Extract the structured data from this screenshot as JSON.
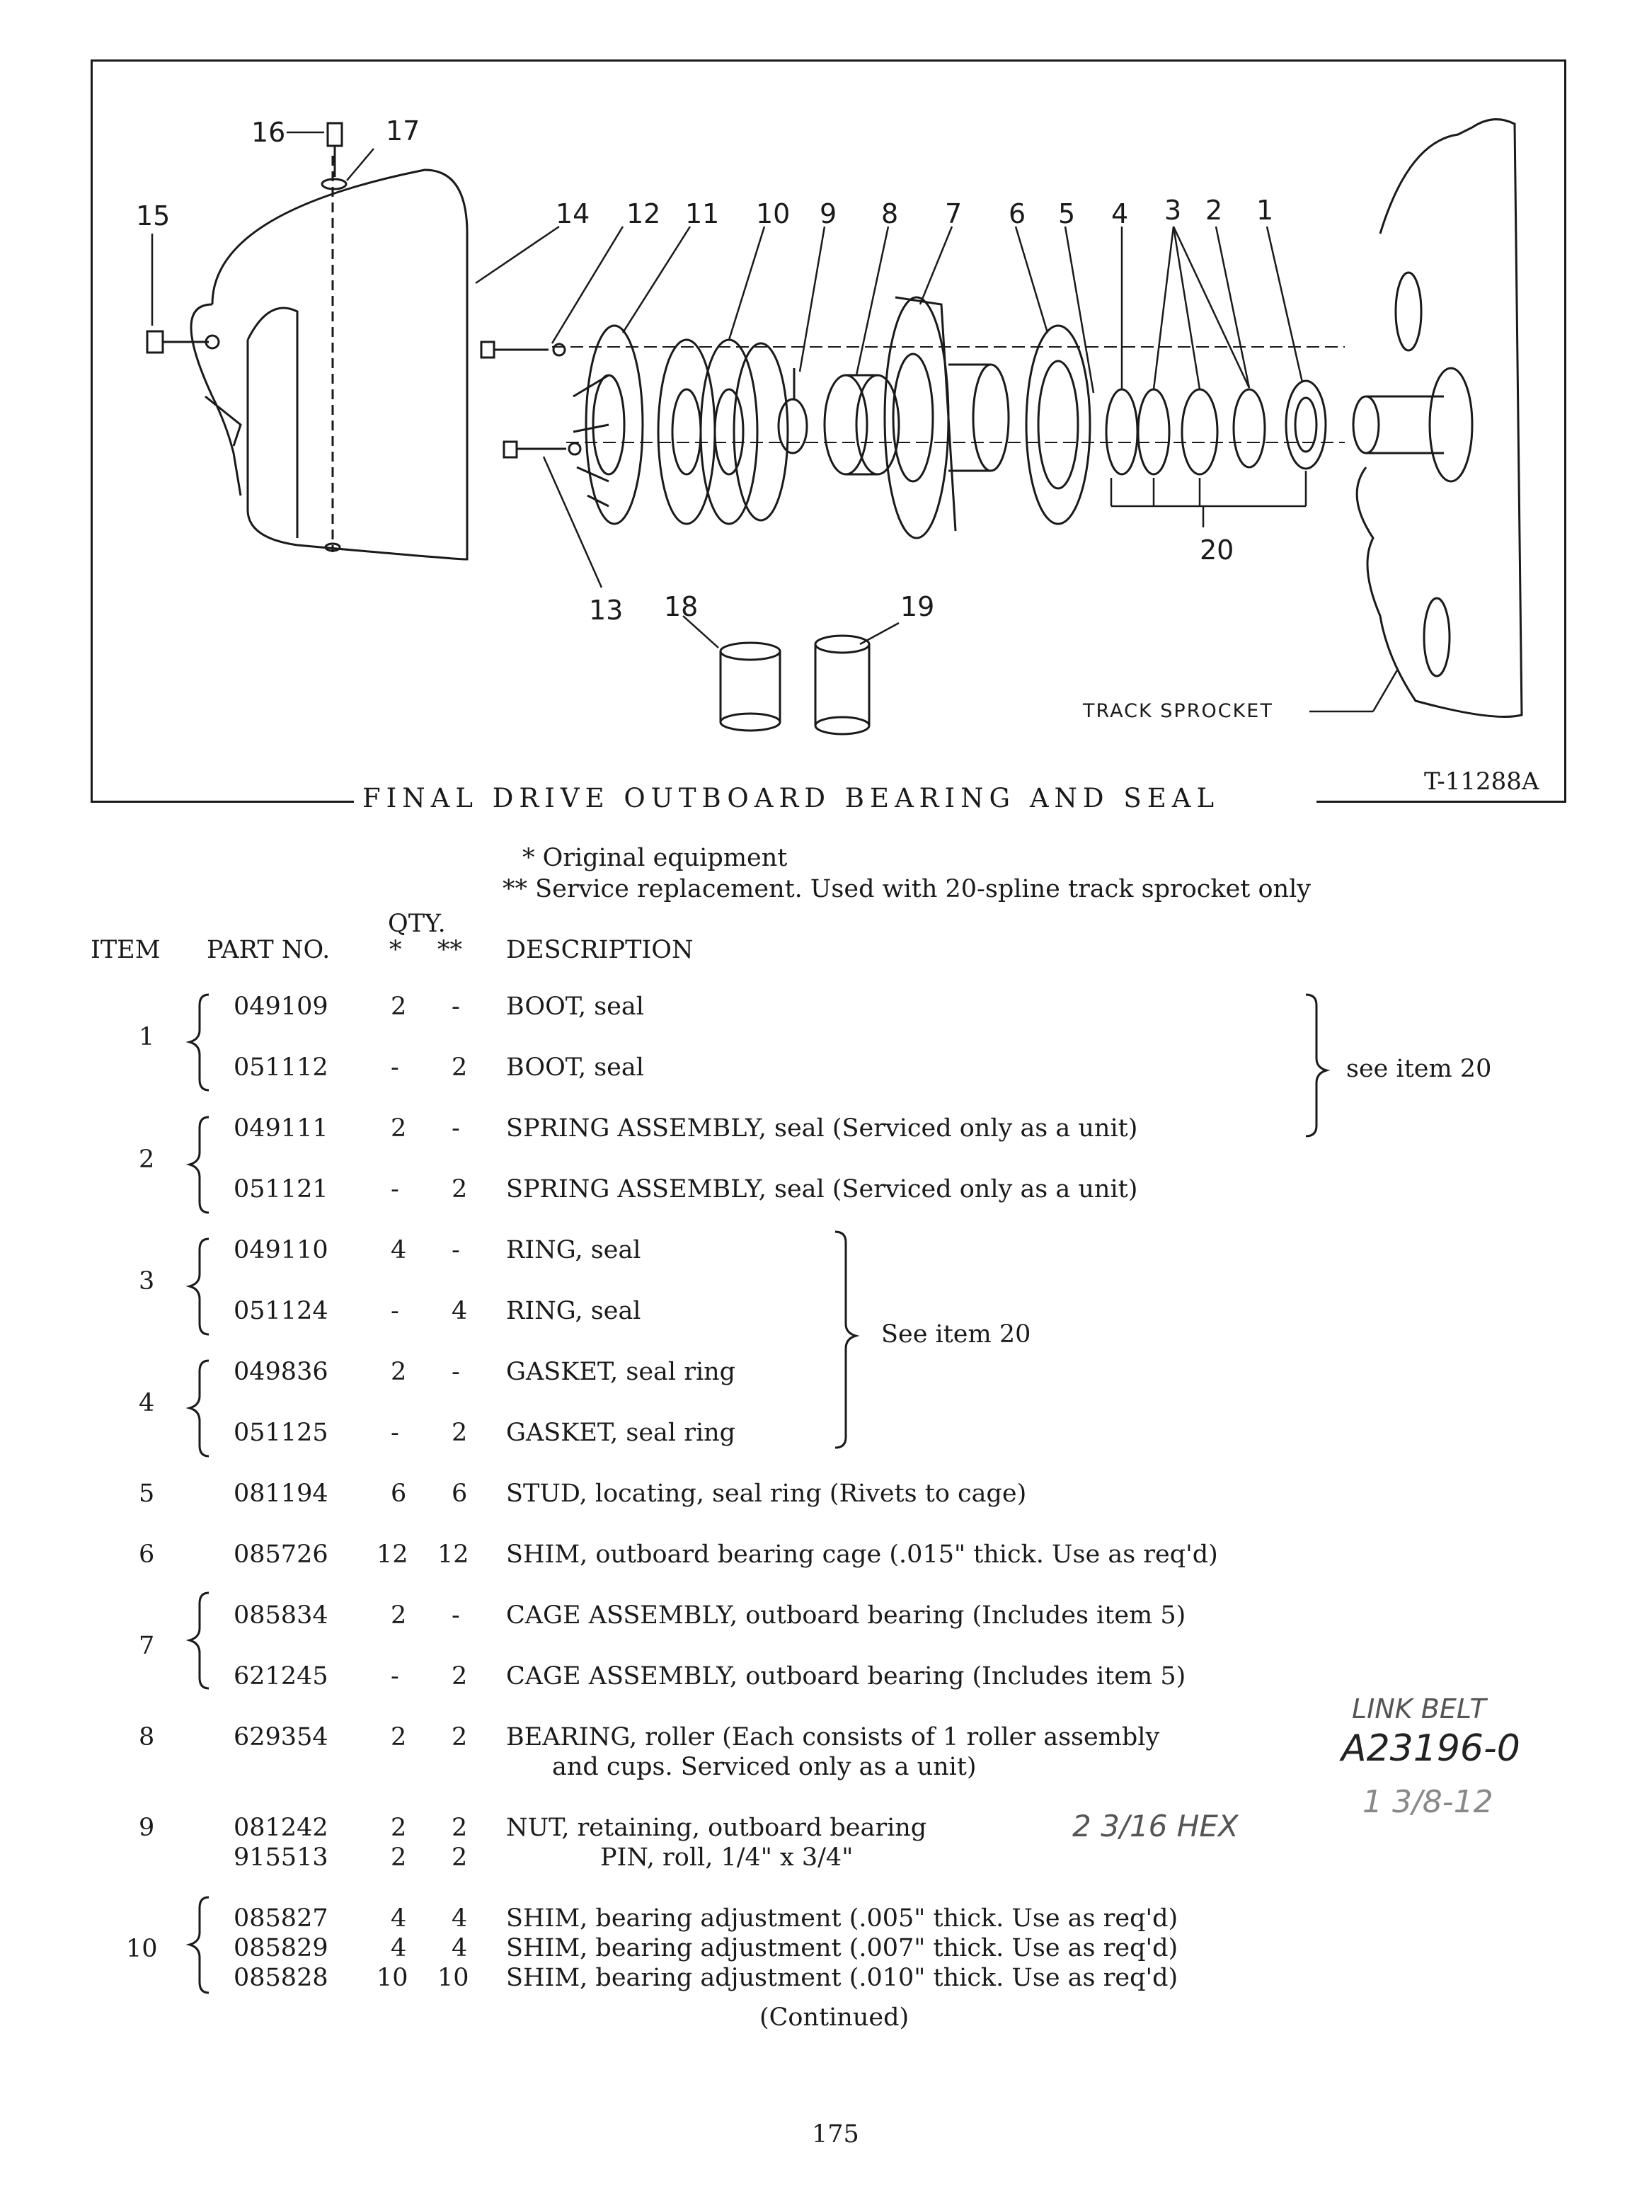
{
  "figure": {
    "callouts": [
      "16",
      "17",
      "15",
      "14",
      "12",
      "11",
      "10",
      "9",
      "8",
      "7",
      "6",
      "5",
      "4",
      "3",
      "2",
      "1",
      "20",
      "13",
      "18",
      "19"
    ],
    "track_sprocket_label": "TRACK SPROCKET",
    "caption": "FINAL DRIVE OUTBOARD BEARING AND SEAL",
    "figure_code": "T-11288A"
  },
  "legend": {
    "star1": "* Original equipment",
    "star2": "** Service replacement.  Used with 20-spline track sprocket only"
  },
  "headers": {
    "qty_title": "QTY.",
    "item": "ITEM",
    "part_no": "PART NO.",
    "qty_orig": "*",
    "qty_serv": "**",
    "description": "DESCRIPTION"
  },
  "rows": [
    {
      "item": "1",
      "part": "049109",
      "q1": "2",
      "q2": "-",
      "desc": "BOOT, seal"
    },
    {
      "item": "",
      "part": "051112",
      "q1": "-",
      "q2": "2",
      "desc": "BOOT, seal"
    },
    {
      "item": "2",
      "part": "049111",
      "q1": "2",
      "q2": "-",
      "desc": "SPRING ASSEMBLY, seal (Serviced only as a unit)"
    },
    {
      "item": "",
      "part": "051121",
      "q1": "-",
      "q2": "2",
      "desc": "SPRING ASSEMBLY, seal (Serviced only as a unit)"
    },
    {
      "item": "3",
      "part": "049110",
      "q1": "4",
      "q2": "-",
      "desc": "RING, seal"
    },
    {
      "item": "",
      "part": "051124",
      "q1": "-",
      "q2": "4",
      "desc": "RING, seal"
    },
    {
      "item": "4",
      "part": "049836",
      "q1": "2",
      "q2": "-",
      "desc": "GASKET, seal ring"
    },
    {
      "item": "",
      "part": "051125",
      "q1": "-",
      "q2": "2",
      "desc": "GASKET, seal ring"
    },
    {
      "item": "5",
      "part": "081194",
      "q1": "6",
      "q2": "6",
      "desc": "STUD, locating, seal ring (Rivets to cage)"
    },
    {
      "item": "6",
      "part": "085726",
      "q1": "12",
      "q2": "12",
      "desc": "SHIM, outboard bearing cage (.015\" thick.  Use as req'd)"
    },
    {
      "item": "7",
      "part": "085834",
      "q1": "2",
      "q2": "-",
      "desc": "CAGE ASSEMBLY, outboard bearing (Includes item 5)"
    },
    {
      "item": "",
      "part": "621245",
      "q1": "-",
      "q2": "2",
      "desc": "CAGE ASSEMBLY, outboard bearing (Includes item 5)"
    },
    {
      "item": "8",
      "part": "629354",
      "q1": "2",
      "q2": "2",
      "desc": "BEARING, roller (Each consists of 1 roller assembly"
    },
    {
      "item": "",
      "part": "",
      "q1": "",
      "q2": "",
      "desc": "and cups.  Serviced only as a unit)"
    },
    {
      "item": "9",
      "part": "081242",
      "q1": "2",
      "q2": "2",
      "desc": "NUT, retaining, outboard bearing"
    },
    {
      "item": "",
      "part": "915513",
      "q1": "2",
      "q2": "2",
      "desc": "PIN, roll, 1/4\" x 3/4\""
    },
    {
      "item": "10",
      "part": "085827",
      "q1": "4",
      "q2": "4",
      "desc": "SHIM, bearing adjustment (.005\" thick.  Use as req'd)"
    },
    {
      "item": "",
      "part": "085829",
      "q1": "4",
      "q2": "4",
      "desc": "SHIM, bearing adjustment (.007\" thick.  Use as req'd)"
    },
    {
      "item": "",
      "part": "085828",
      "q1": "10",
      "q2": "10",
      "desc": "SHIM, bearing adjustment (.010\" thick.  Use as req'd)"
    }
  ],
  "notes": {
    "see_item_20_a": "see item 20",
    "see_item_20_b": "See item 20"
  },
  "handwritten": {
    "link_belt": "LINK BELT",
    "link_belt_part": "A23196-0",
    "hex_note": "2 3/16 HEX",
    "thread_note": "1 3/8-12"
  },
  "continued": "(Continued)",
  "page_number": "175"
}
